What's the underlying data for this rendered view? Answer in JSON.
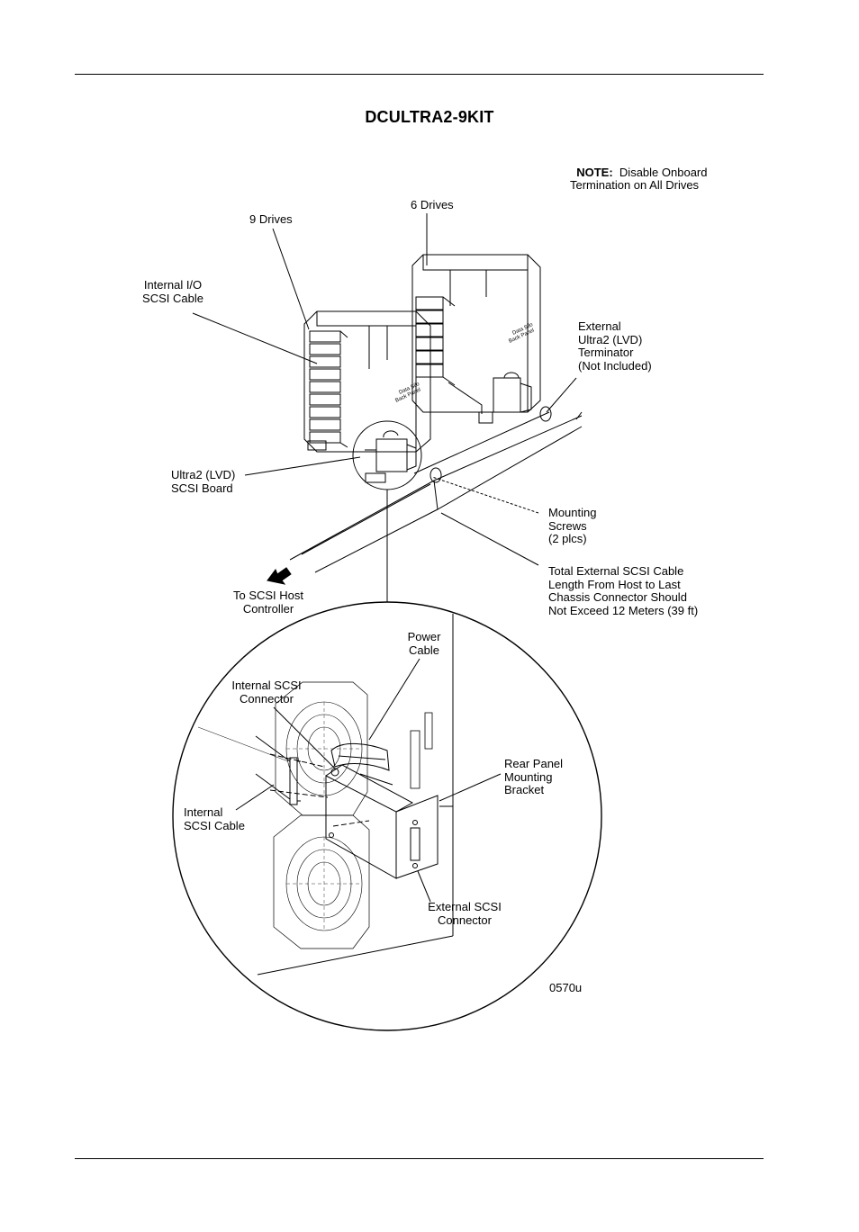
{
  "title": "DCULTRA2-9KIT",
  "note": {
    "label": "NOTE:",
    "text_line1": "Disable Onboard",
    "text_line2": "Termination on All Drives"
  },
  "callouts": {
    "nine_drives": "9 Drives",
    "six_drives": "6 Drives",
    "internal_io_cable": "Internal I/O\nSCSI Cable",
    "external_terminator": "External\nUltra2 (LVD)\nTerminator\n(Not Included)",
    "ultra2_board": "Ultra2 (LVD)\nSCSI Board",
    "mounting_screws": "Mounting\nScrews\n(2 plcs)",
    "to_host": "To SCSI Host\nController",
    "cable_length": "Total External SCSI Cable\nLength From Host to Last\nChassis Connector Should\nNot Exceed 12 Meters (39 ft)",
    "power_cable": "Power\nCable",
    "internal_scsi_connector": "Internal SCSI\nConnector",
    "internal_scsi_cable": "Internal\nSCSI Cable",
    "rear_panel_bracket": "Rear Panel\nMounting\nBracket",
    "external_scsi_connector": "External SCSI\nConnector"
  },
  "panel_labels": {
    "backpanel_line1": "Data Silo",
    "backpanel_line2": "Back Panel"
  },
  "figure_id": "0570u"
}
